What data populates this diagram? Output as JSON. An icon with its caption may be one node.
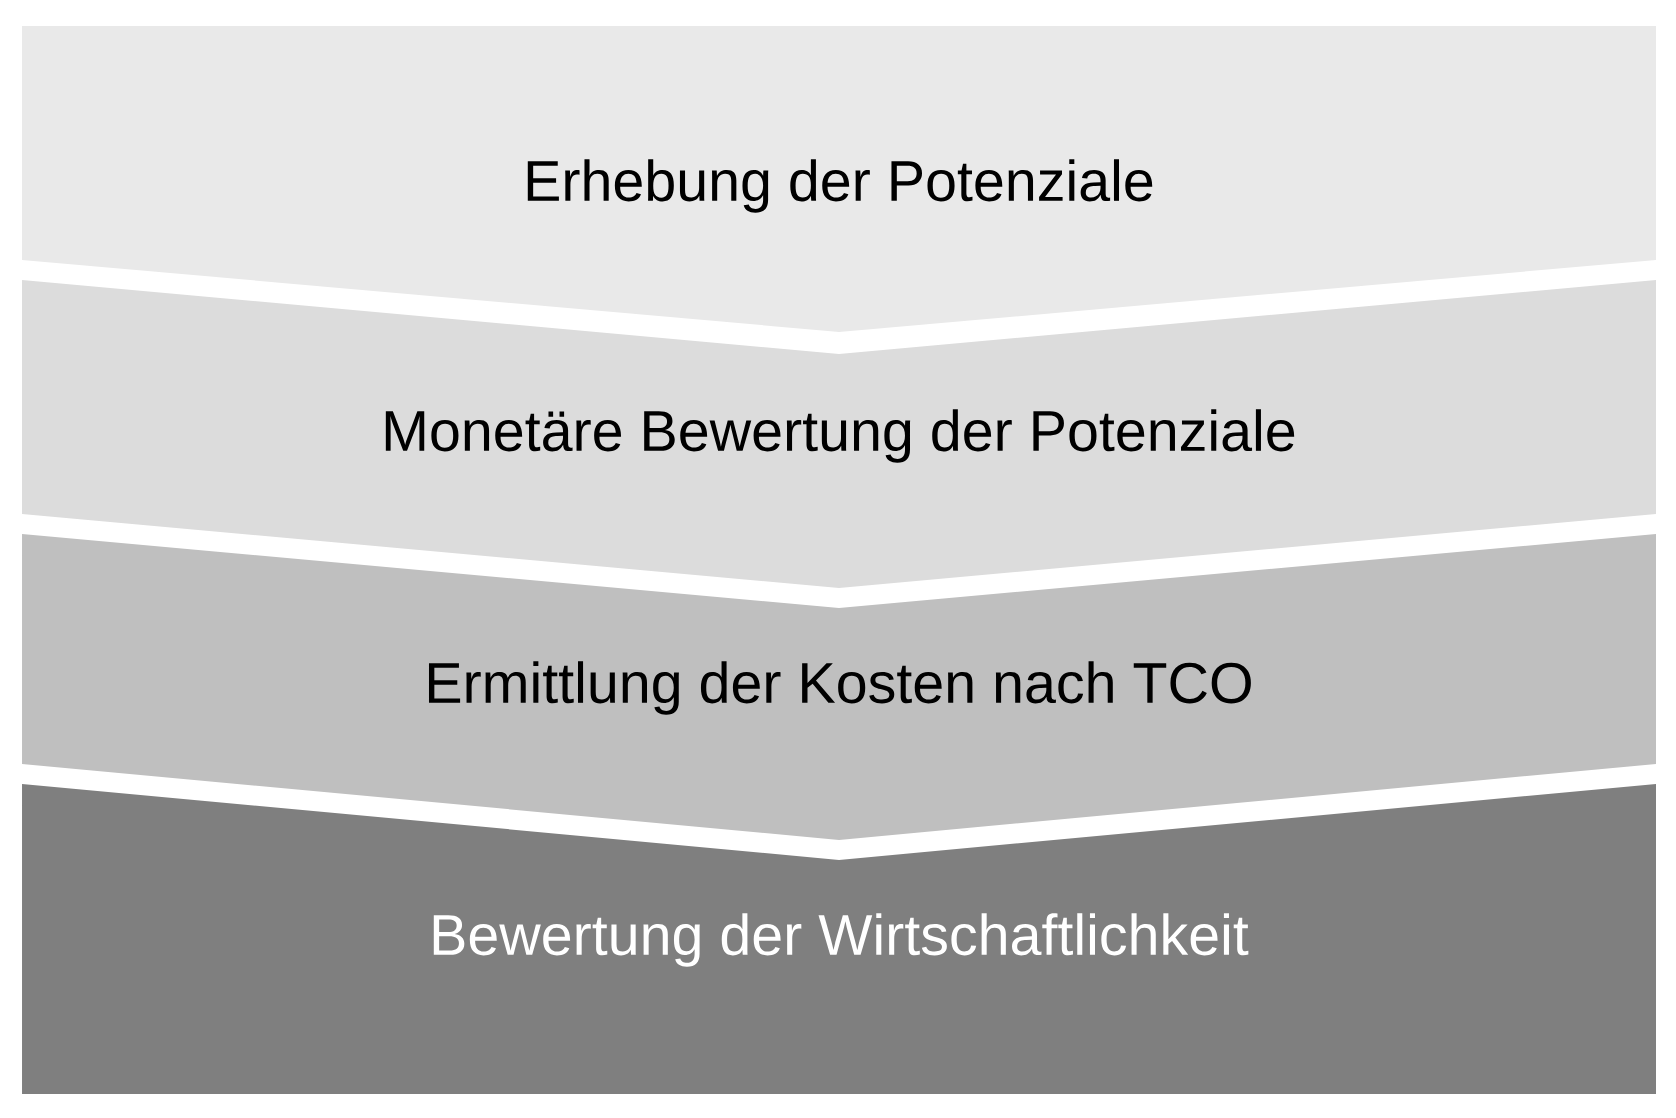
{
  "diagram": {
    "nodes": [
      {
        "text": [
          "Erhebung der Potenziale"
        ]
      },
      {
        "text": [
          "Monetäre Bewertung der Potenziale"
        ]
      },
      {
        "text": [
          "Ermittlung der Kosten nach TCO"
        ]
      },
      {
        "text": [
          "Bewertung der Wirtschaftlichkeit"
        ]
      }
    ]
  }
}
